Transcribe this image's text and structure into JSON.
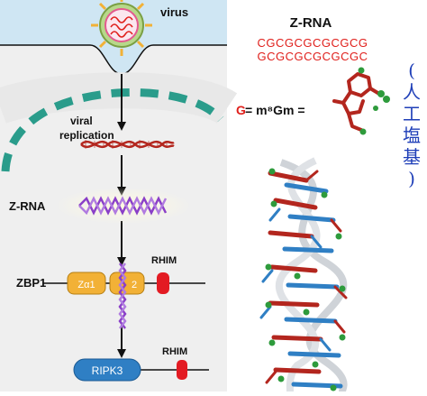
{
  "left_panel": {
    "virus_label": "virus",
    "replication_label_line1": "viral",
    "replication_label_line2": "replication",
    "zrna_label": "Z-RNA",
    "zbp1_label": "ZBP1",
    "za1_label": "Zα1",
    "za2_label": "2",
    "rhim_label_top": "RHIM",
    "ripk3_label": "RIPK3",
    "rhim_label_bottom": "RHIM"
  },
  "right_panel": {
    "title": "Z-RNA",
    "sequence_line1": "CGCGCGCGCGCG",
    "sequence_line2": "GCGCGCGCGCGC",
    "legend_symbol": "G",
    "legend_text": " = m⁸Gm =",
    "side_note_chars": [
      "(",
      "人",
      "工",
      "塩",
      "基",
      ")"
    ]
  },
  "colors": {
    "cytoplasm": "#efefef",
    "extracellular": "#cfe6f3",
    "membrane_dash": "#2a9c8b",
    "legend_red": "#e0201c",
    "za_box": "#f2b136",
    "rhim_box": "#e31b23",
    "ripk3_box": "#2f7fc4",
    "purple_helix": "#8a3fc8",
    "dna_red": "#b3261e",
    "side_note": "#1f3fb8"
  }
}
